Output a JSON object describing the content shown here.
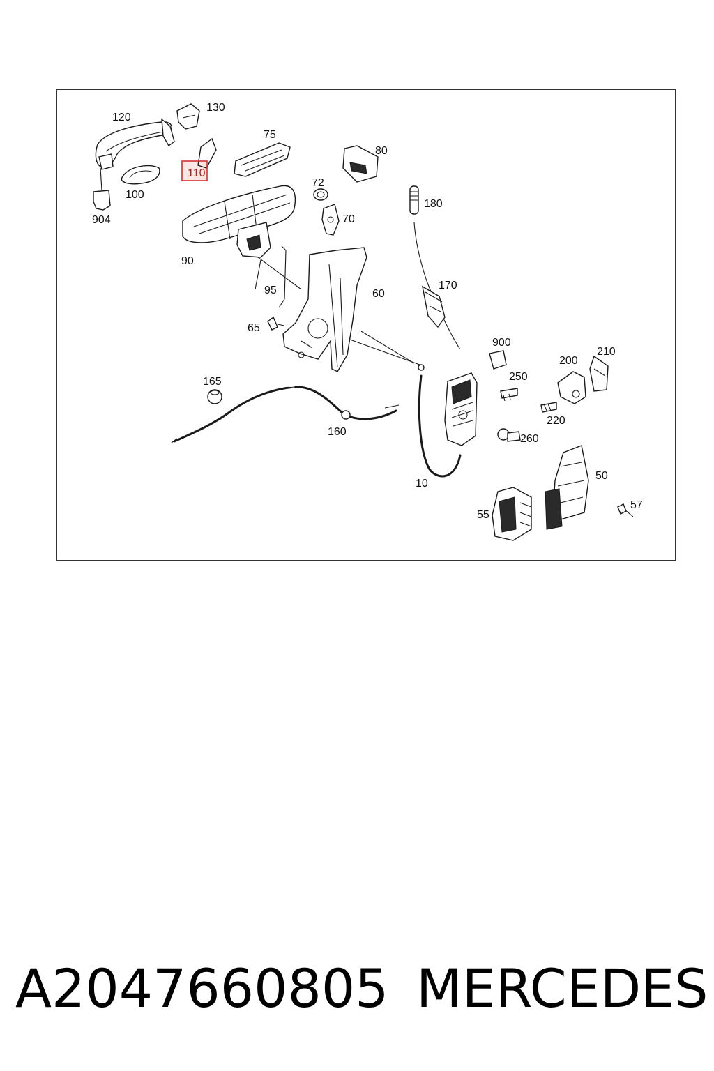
{
  "diagram": {
    "highlighted": "110",
    "labels": {
      "l120": "120",
      "l130": "130",
      "l75": "75",
      "l80": "80",
      "l110": "110",
      "l100": "100",
      "l904": "904",
      "l72": "72",
      "l70": "70",
      "l180": "180",
      "l90": "90",
      "l95": "95",
      "l60": "60",
      "l170": "170",
      "l65": "65",
      "l900": "900",
      "l210": "210",
      "l200": "200",
      "l250": "250",
      "l165": "165",
      "l220": "220",
      "l160": "160",
      "l260": "260",
      "l10": "10",
      "l50": "50",
      "l57": "57",
      "l55": "55"
    }
  },
  "footer": {
    "part_number": "A2047660805",
    "brand": "MERCEDES"
  },
  "colors": {
    "highlight": "#d32f2f",
    "frame": "#333333"
  }
}
